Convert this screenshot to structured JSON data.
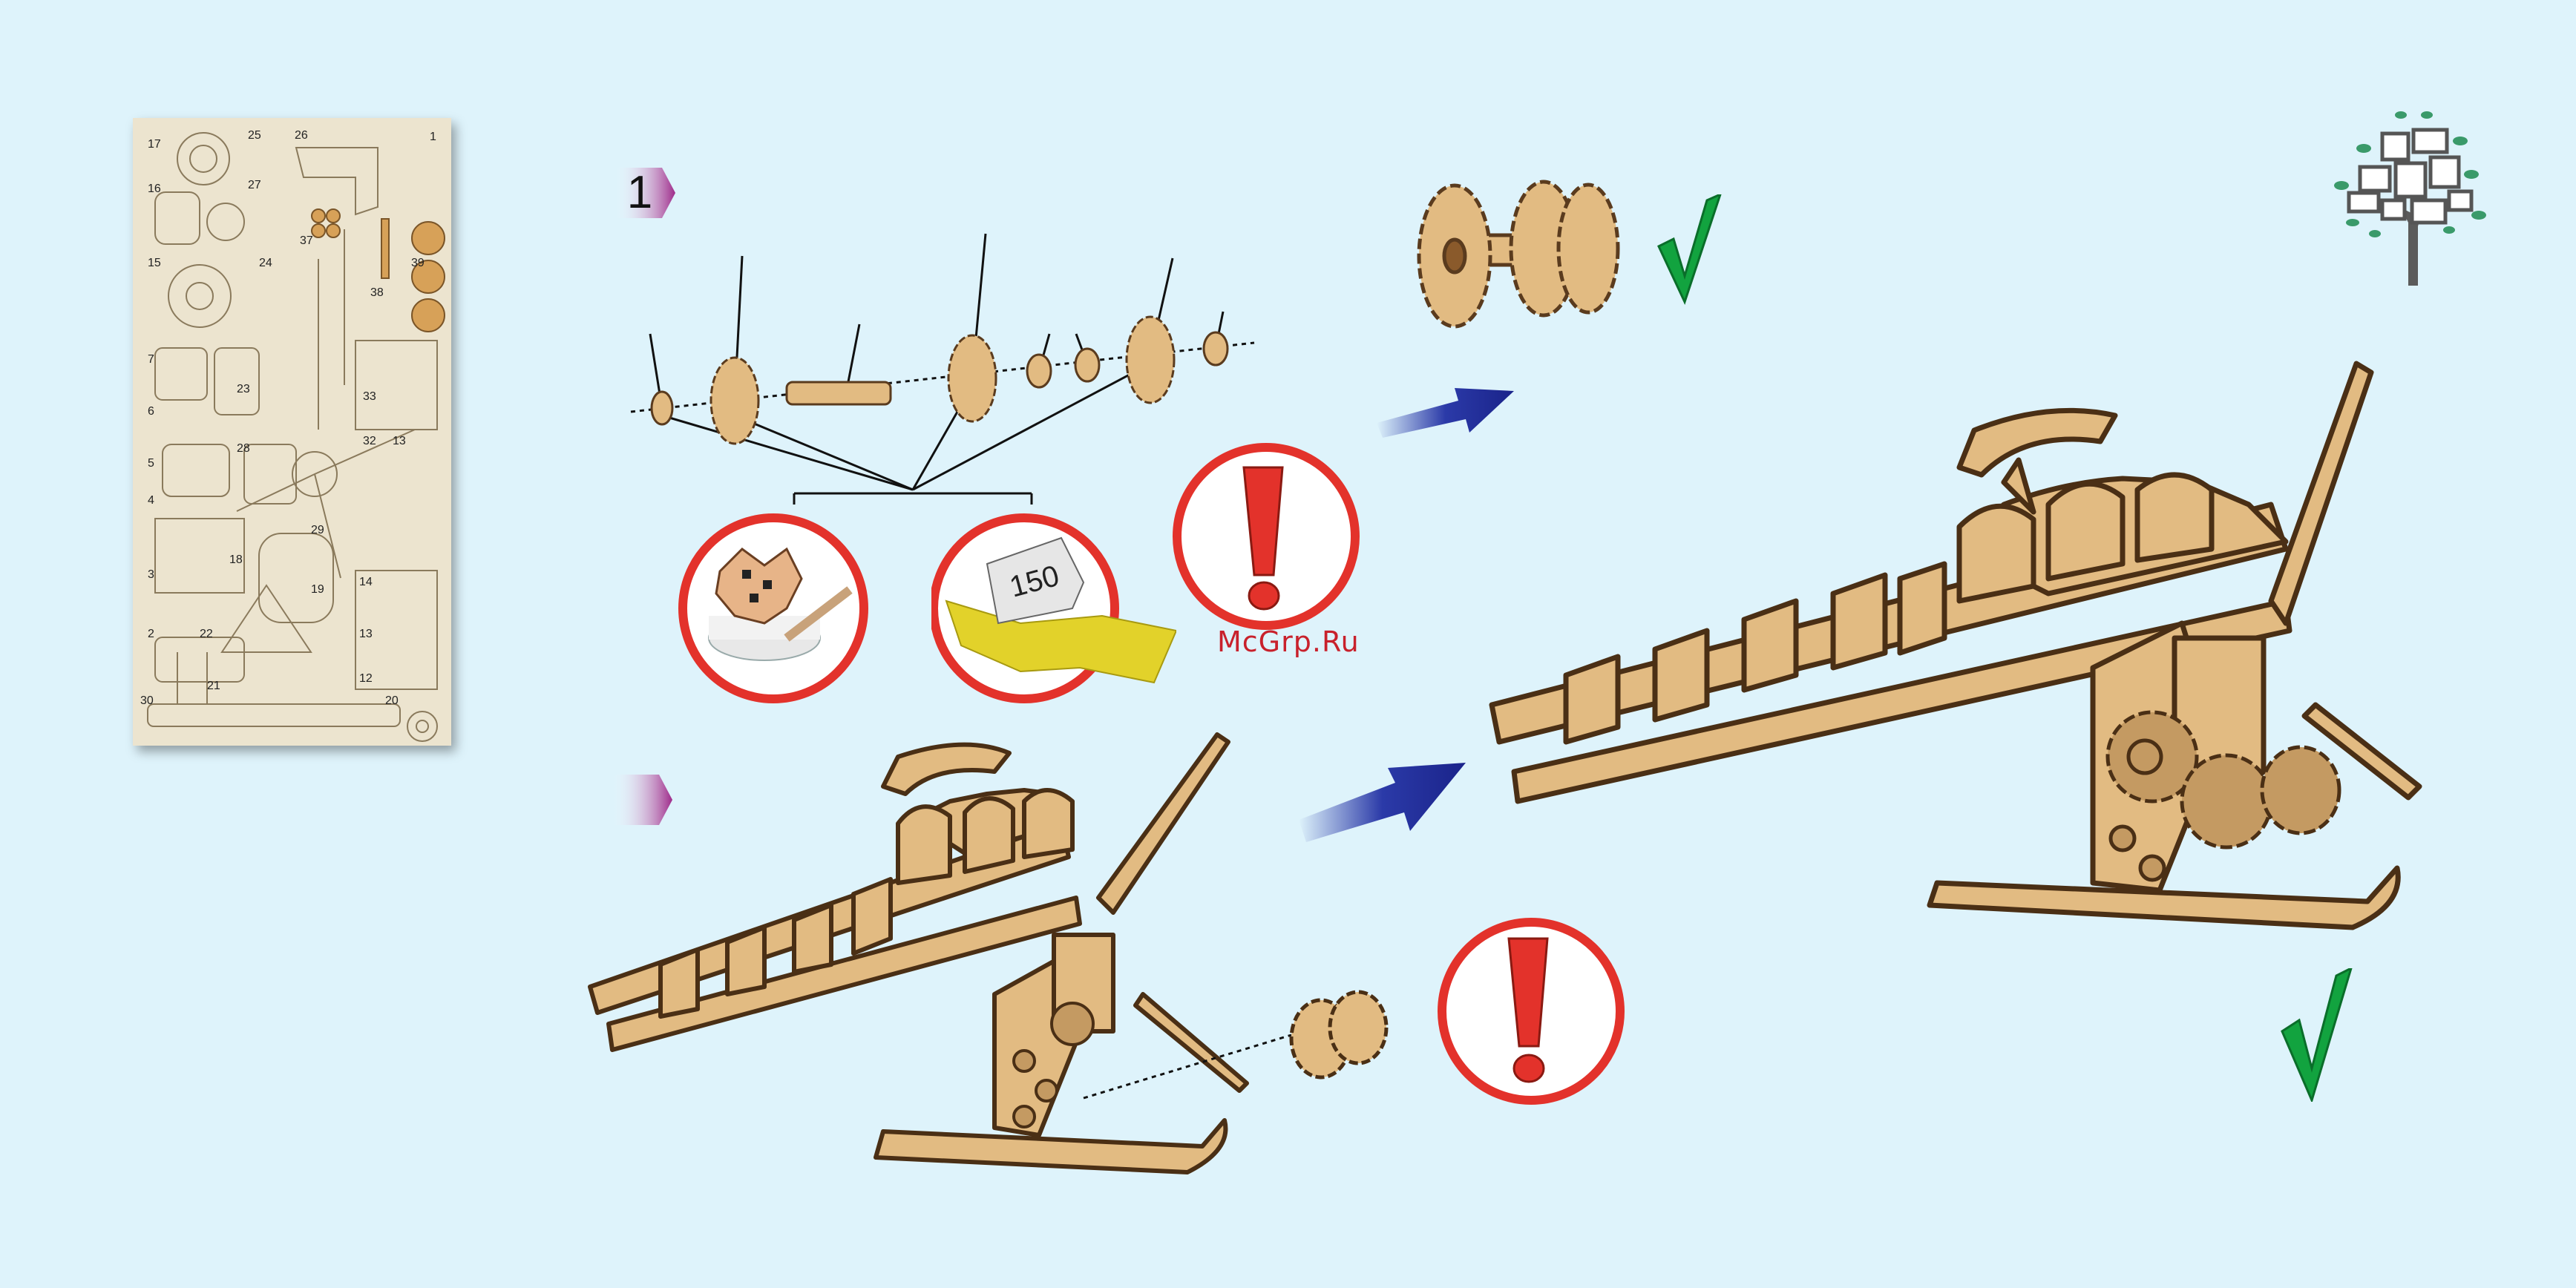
{
  "steps": [
    {
      "number": "1"
    },
    {
      "number": ""
    }
  ],
  "watermark": "McGrp.Ru",
  "sheet_part_numbers": [
    "17",
    "25",
    "26",
    "16",
    "27",
    "15",
    "37",
    "39",
    "38",
    "24",
    "7",
    "23",
    "6",
    "28",
    "33",
    "32",
    "13",
    "5",
    "4",
    "29",
    "18",
    "3",
    "19",
    "14",
    "13",
    "22",
    "2",
    "12",
    "21",
    "30",
    "20",
    "1"
  ],
  "tool_labels": {
    "sandpaper_grit": "150"
  },
  "icons": {
    "logo": "tree-logo-icon",
    "check": "green-check-icon",
    "arrow": "blue-arrow-icon",
    "warning": "exclamation-icon"
  },
  "colors": {
    "background": "#def3fb",
    "wood": "#e2bb82",
    "wood_dark": "#5a3b1e",
    "warning_ring": "#e3322b",
    "check": "#12a33f",
    "arrow": "#2b3aa8",
    "step_marker": "#9e2a8a"
  }
}
